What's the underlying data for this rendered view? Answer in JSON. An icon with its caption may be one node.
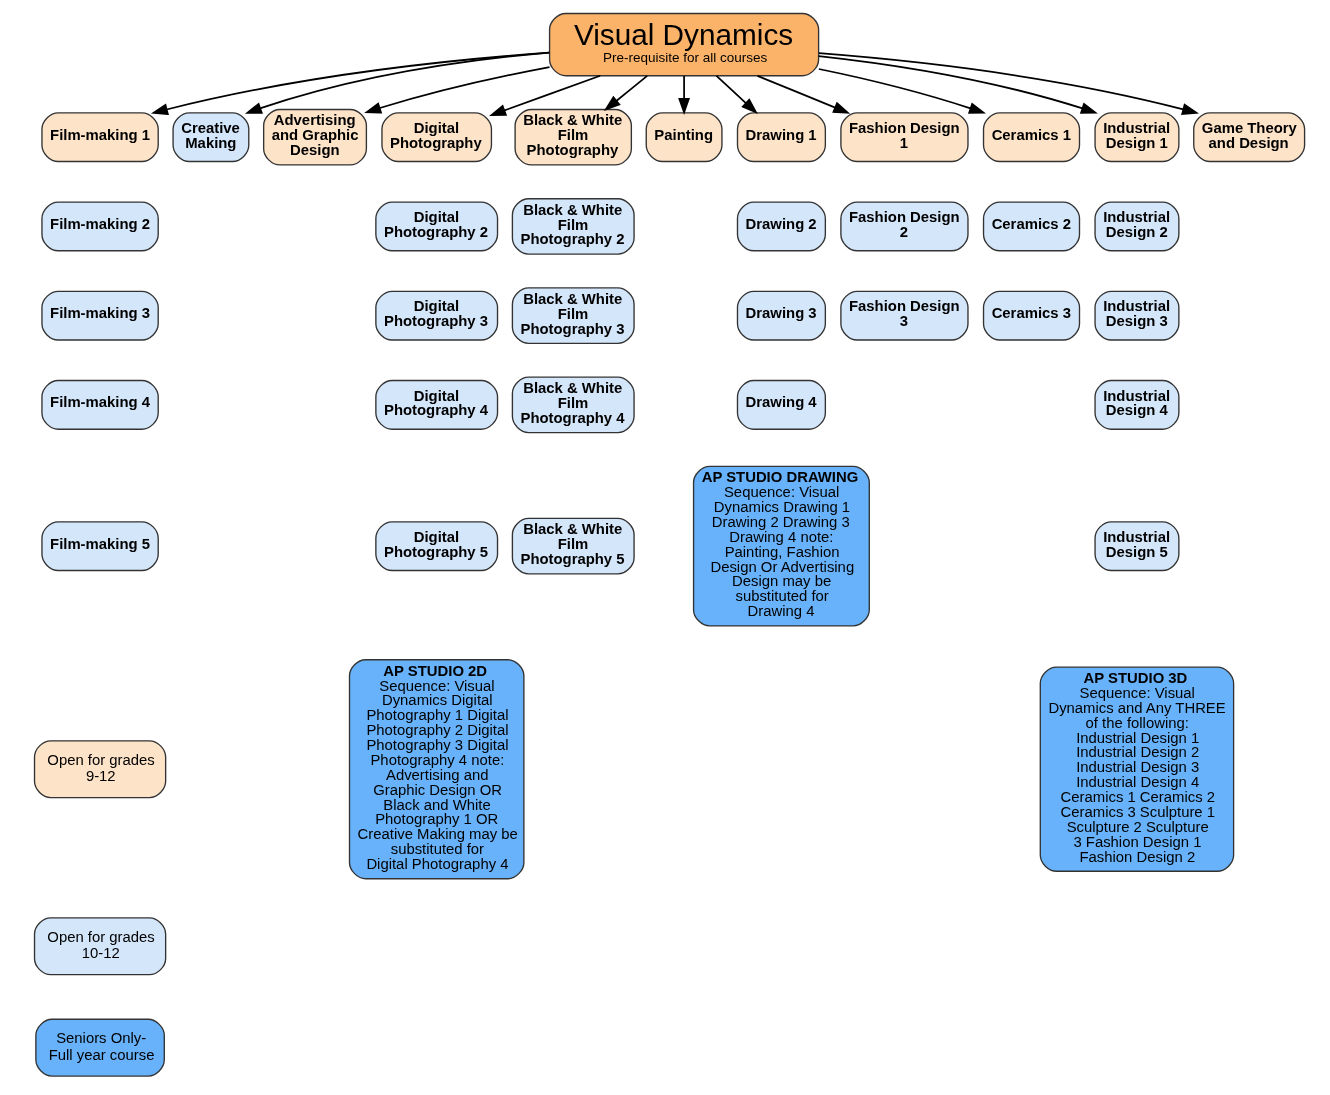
{
  "diagram": {
    "nodes": [
      {
        "text": [
          "Visual Dynamics",
          "Pre-requisite for all courses"
        ]
      },
      {
        "text": [
          "Film-making 1"
        ]
      },
      {
        "text": [
          "Creative Making"
        ]
      },
      {
        "text": [
          "Advertising and Graphic Design"
        ]
      },
      {
        "text": [
          "Digital Photography"
        ]
      },
      {
        "text": [
          "Black & White Film Photography"
        ]
      },
      {
        "text": [
          "Painting"
        ]
      },
      {
        "text": [
          "Drawing 1"
        ]
      },
      {
        "text": [
          "Fashion Design 1"
        ]
      },
      {
        "text": [
          "Ceramics 1"
        ]
      },
      {
        "text": [
          "Industrial Design 1"
        ]
      },
      {
        "text": [
          "Game Theory and Design"
        ]
      },
      {
        "text": [
          "Film-making 2"
        ]
      },
      {
        "text": [
          "Film-making 3"
        ]
      },
      {
        "text": [
          "Film-making 4"
        ]
      },
      {
        "text": [
          "Film-making 5"
        ]
      },
      {
        "text": [
          "Digital Photography 2"
        ]
      },
      {
        "text": [
          "Digital Photography 3"
        ]
      },
      {
        "text": [
          "Digital Photography 4"
        ]
      },
      {
        "text": [
          "Digital Photography 5"
        ]
      },
      {
        "text": [
          "Black & White Film Photography 2"
        ]
      },
      {
        "text": [
          "Black & White Film Photography 3"
        ]
      },
      {
        "text": [
          "Black & White Film Photography 4"
        ]
      },
      {
        "text": [
          "Black & White Film Photography 5"
        ]
      },
      {
        "text": [
          "Drawing 2"
        ]
      },
      {
        "text": [
          "Drawing 3"
        ]
      },
      {
        "text": [
          "Drawing 4"
        ]
      },
      {
        "text": [
          "Fashion Design 2"
        ]
      },
      {
        "text": [
          "Fashion Design 3"
        ]
      },
      {
        "text": [
          "Ceramics 2"
        ]
      },
      {
        "text": [
          "Ceramics 3"
        ]
      },
      {
        "text": [
          "Industrial Design 2"
        ]
      },
      {
        "text": [
          "Industrial Design 3"
        ]
      },
      {
        "text": [
          "Industrial Design 4"
        ]
      },
      {
        "text": [
          "Industrial Design 5"
        ]
      },
      {
        "text": [
          "AP STUDIO 2D",
          "Sequence: Visual Dynamics Digital Photography 1 Digital Photography 2 Digital Photography 3 Digital Photography 4 note: Advertising and Graphic Design OR Black and White Photography 1 OR Creative Making may be substituted for Digital Photography 4"
        ]
      },
      {
        "text": [
          "AP STUDIO DRAWING",
          "Sequence: Visual Dynamics Drawing 1 Drawing 2 Drawing 3 Drawing 4 note: Painting, Fashion Design Or Advertising Design may be substituted for Drawing 4"
        ]
      },
      {
        "text": [
          "AP STUDIO 3D",
          "Sequence: Visual Dynamics and Any THREE of the following: Industrial Design 1 Industrial Design 2 Industrial Design 3 Industrial Design 4 Ceramics 1 Ceramics 2 Ceramics 3 Sculpture 1 Sculpture 2 Sculpture 3 Fashion Design 1 Fashion Design 2"
        ]
      }
    ],
    "edges": [
      {
        "from": 0,
        "to": 1,
        "arrow": "to"
      },
      {
        "from": 0,
        "to": 2,
        "arrow": "to"
      },
      {
        "from": 0,
        "to": 3,
        "arrow": "to"
      },
      {
        "from": 0,
        "to": 4,
        "arrow": "to"
      },
      {
        "from": 0,
        "to": 5,
        "arrow": "to"
      },
      {
        "from": 0,
        "to": 6,
        "arrow": "to"
      },
      {
        "from": 0,
        "to": 7,
        "arrow": "to"
      },
      {
        "from": 0,
        "to": 8,
        "arrow": "to"
      },
      {
        "from": 0,
        "to": 9,
        "arrow": "to"
      },
      {
        "from": 0,
        "to": 10,
        "arrow": "to"
      },
      {
        "from": 0,
        "to": 11,
        "arrow": "to"
      }
    ],
    "legend": [
      {
        "text": "Open for grades 9-12",
        "color": "#fde3c8"
      },
      {
        "text": "Open for grades 10-12",
        "color": "#d4e6fa"
      },
      {
        "text": "Seniors Only-Full year course",
        "color": "#67b2fb"
      }
    ]
  }
}
